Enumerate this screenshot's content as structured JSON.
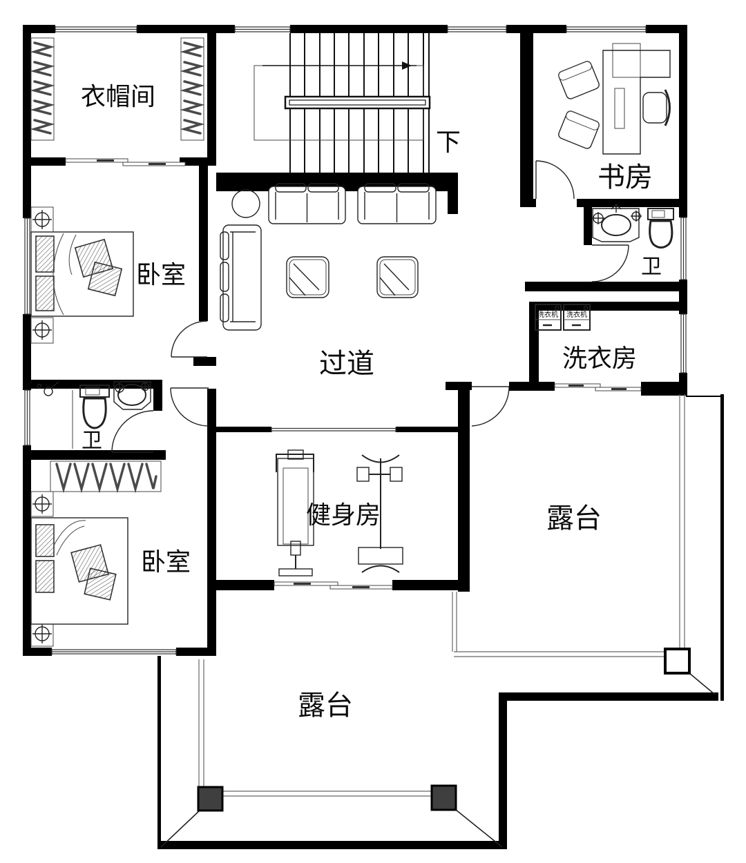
{
  "rooms": {
    "cloakroom": {
      "label": "衣帽间"
    },
    "study": {
      "label": "书房"
    },
    "bedroom_top": {
      "label": "卧室"
    },
    "bedroom_bottom": {
      "label": "卧室"
    },
    "bath_right": {
      "label": "卫"
    },
    "bath_left": {
      "label": "卫"
    },
    "laundry": {
      "label": "洗衣房"
    },
    "hallway": {
      "label": "过道"
    },
    "gym": {
      "label": "健身房"
    },
    "terrace_right": {
      "label": "露台"
    },
    "terrace_bottom": {
      "label": "露台"
    }
  },
  "stairs": {
    "down_label": "下"
  },
  "appliances": {
    "washer1": {
      "label": "洗衣机"
    },
    "washer2": {
      "label": "洗衣机"
    }
  },
  "colors": {
    "wall": "#000000",
    "column_dark": "#3f3f3f",
    "column_light": "#ffffff",
    "clothes_hanger": "#4a4a4a",
    "background": "#ffffff"
  }
}
